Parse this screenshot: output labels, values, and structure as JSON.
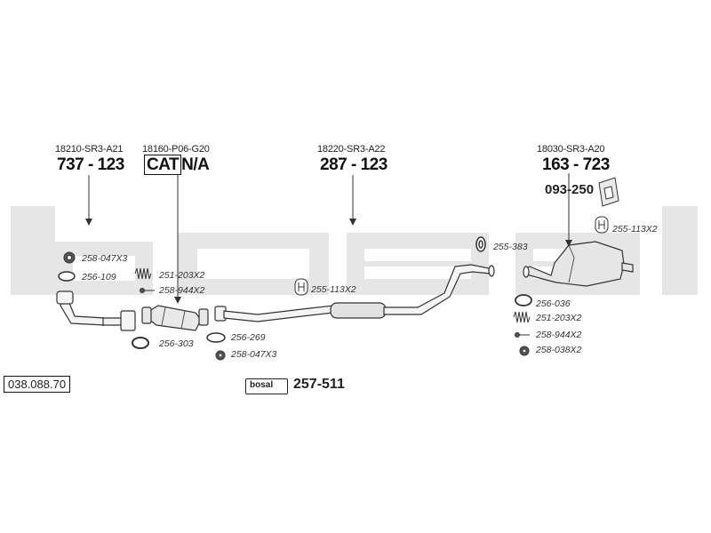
{
  "reference_number": "038.088.70",
  "watermark": "bosal",
  "groups": [
    {
      "oe": "18210-SR3-A21",
      "part": "737 - 123"
    },
    {
      "oe": "18160-P06-G20",
      "cat": "CAT",
      "part": "N/A"
    },
    {
      "oe": "18220-SR3-A22",
      "part": "287 - 123"
    },
    {
      "oe": "18030-SR3-A20",
      "part": "163 - 723"
    }
  ],
  "bracket": "093-250",
  "fitting_labels": {
    "f1": "258-047X3",
    "f2": "256-109",
    "f3": "251-203X2",
    "f4": "258-944X2",
    "f5": "256-303",
    "f6": "256-269",
    "f7": "258-047X3",
    "f8": "255-113X2",
    "f9": "255-383",
    "f10": "255-113X2",
    "f11": "256-036",
    "f12": "251-203X2",
    "f13": "258-944X2",
    "f14": "258-038X2"
  },
  "kit": {
    "logo": "bosal",
    "part": "257-511"
  }
}
